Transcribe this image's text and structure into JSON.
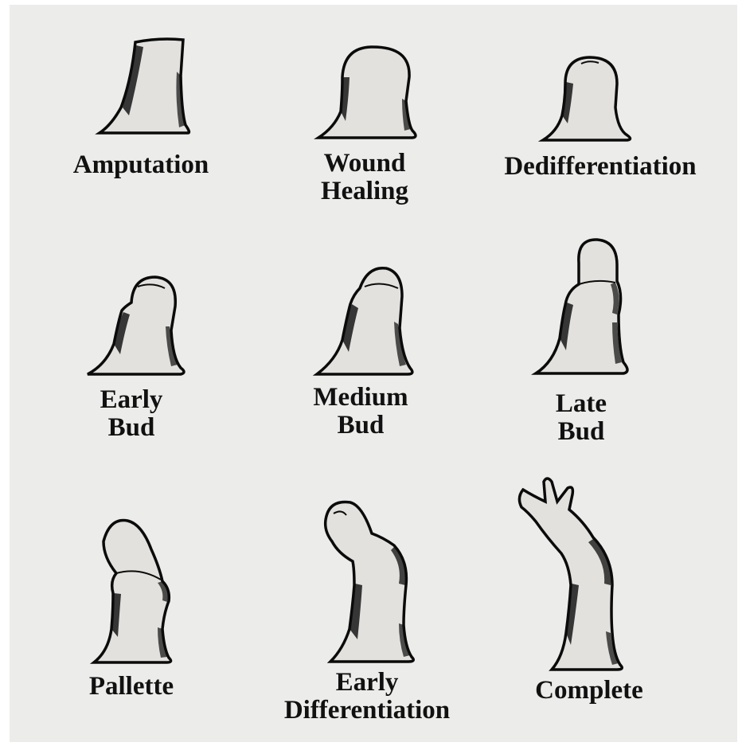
{
  "colors": {
    "background": "#ececea",
    "limb_fill": "#e2e1de",
    "outline": "#0b0b0b",
    "label_text": "#111111"
  },
  "stages": [
    {
      "lines": [
        "Amputation"
      ]
    },
    {
      "lines": [
        "Wound",
        "Healing"
      ]
    },
    {
      "lines": [
        "Dedifferentiation"
      ]
    },
    {
      "lines": [
        "Early",
        "Bud"
      ]
    },
    {
      "lines": [
        "Medium",
        "Bud"
      ]
    },
    {
      "lines": [
        "Late",
        "Bud"
      ]
    },
    {
      "lines": [
        "Pallette"
      ]
    },
    {
      "lines": [
        "Early",
        "Differentiation"
      ]
    },
    {
      "lines": [
        "Complete"
      ]
    }
  ]
}
